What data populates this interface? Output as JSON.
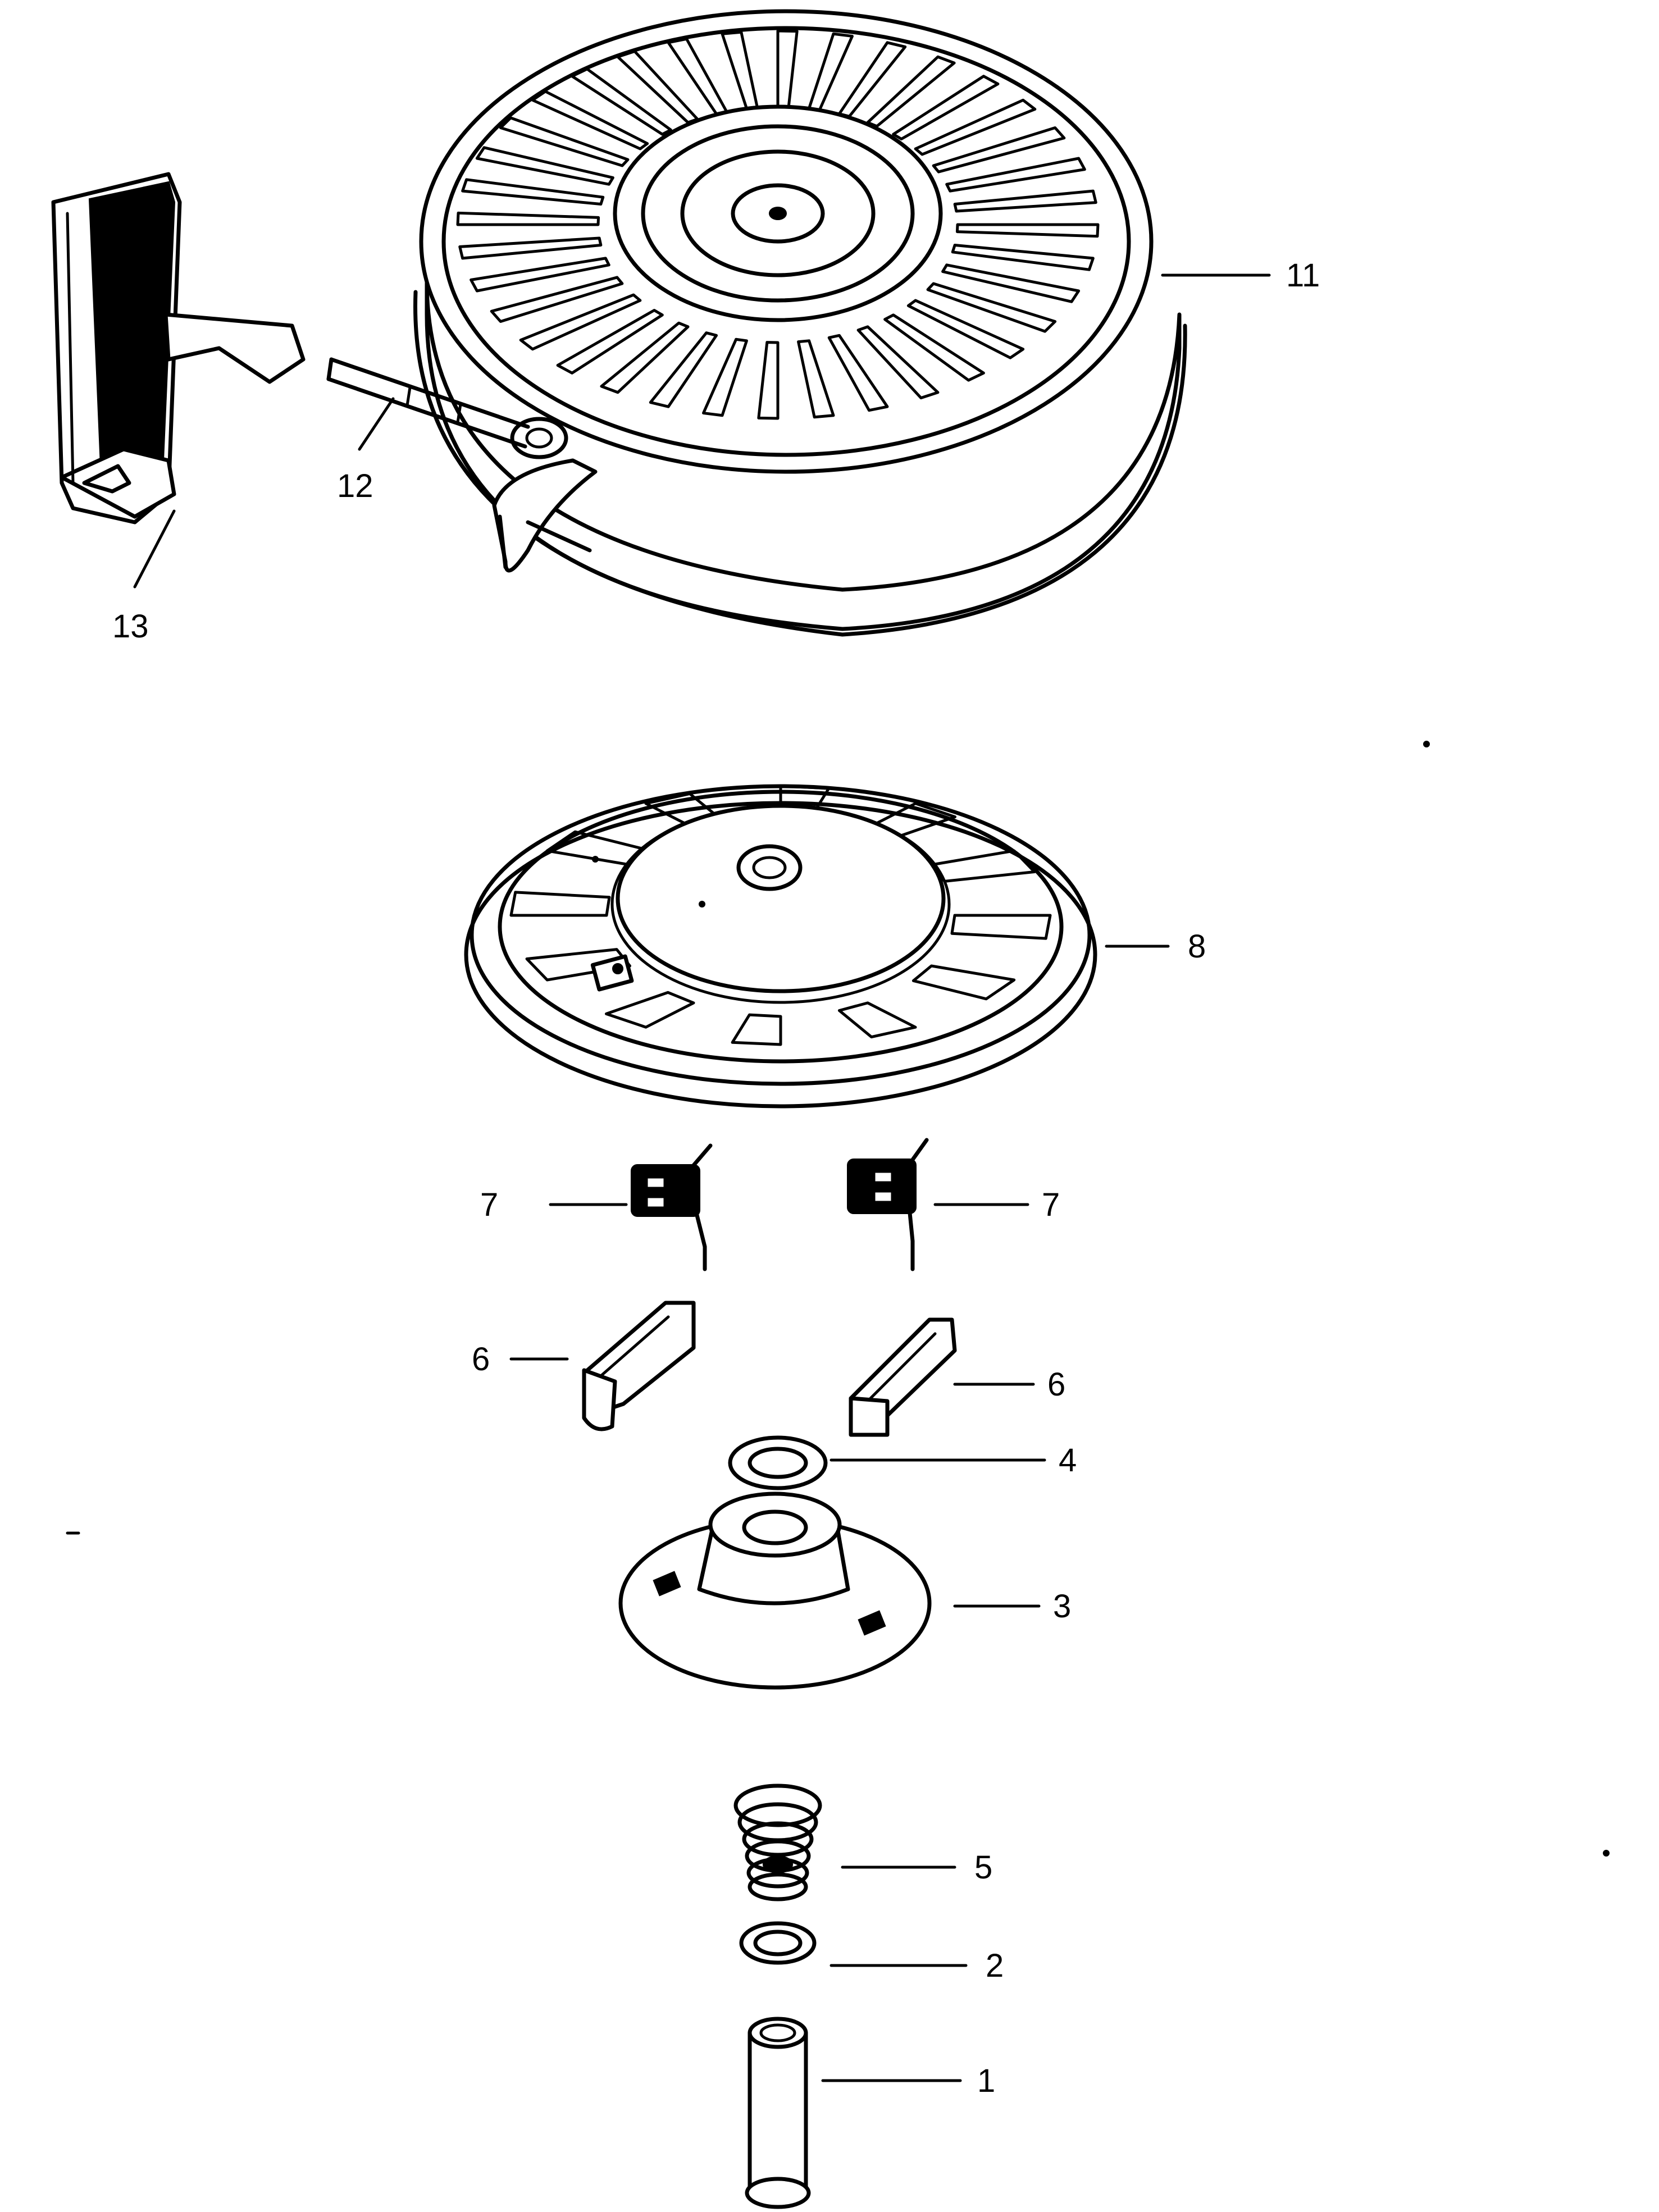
{
  "callouts": [
    {
      "id": "11",
      "part": "starter-housing"
    },
    {
      "id": "12",
      "part": "starter-rope"
    },
    {
      "id": "13",
      "part": "starter-handle"
    },
    {
      "id": "8",
      "part": "pulley"
    },
    {
      "id": "7",
      "part": "pawl-spring-left"
    },
    {
      "id": "7",
      "part": "pawl-spring-right"
    },
    {
      "id": "6",
      "part": "pawl-left"
    },
    {
      "id": "6",
      "part": "pawl-right"
    },
    {
      "id": "4",
      "part": "washer"
    },
    {
      "id": "3",
      "part": "retainer-plate"
    },
    {
      "id": "5",
      "part": "coil-spring"
    },
    {
      "id": "2",
      "part": "spacer-ring"
    },
    {
      "id": "1",
      "part": "shaft-pin"
    }
  ]
}
